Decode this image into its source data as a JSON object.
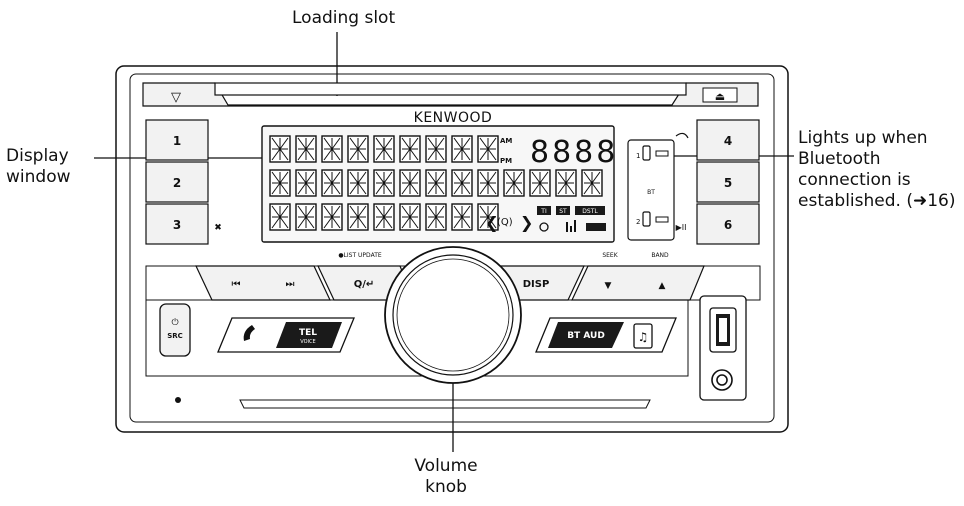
{
  "callouts": {
    "loading_slot": "Loading slot",
    "display_window": [
      "Display",
      "window"
    ],
    "bluetooth_light": [
      "Lights up when",
      "Bluetooth",
      "connection is",
      "established. (➜16)"
    ],
    "volume_knob": [
      "Volume",
      "knob"
    ]
  },
  "device": {
    "brand": "KENWOOD",
    "preset_buttons": [
      "1",
      "2",
      "3",
      "4",
      "5",
      "6"
    ],
    "eject_symbol": "⏏",
    "open_symbol": "▽",
    "display": {
      "am": "AM",
      "pm": "PM",
      "clock_segments": "8888",
      "indicators": [
        "TI",
        "ST",
        "DSTL"
      ],
      "left_icon": "❮",
      "search_icon": "(Q)",
      "right_icon": "❯",
      "small_left_icon": "✖",
      "play_pause": "▶II"
    },
    "bt_panel": {
      "phone1": "1",
      "bt": "BT",
      "phone2": "2"
    },
    "controls": {
      "list_update": "●LIST UPDATE",
      "seek": "SEEK",
      "band": "BAND",
      "prev": "⏮",
      "next": "⏭",
      "search_back": "Q/↵",
      "disp": "DISP",
      "down": "▼",
      "up": "▲",
      "src": "SRC",
      "power": "⏻",
      "tel": "TEL",
      "voice": "VOICE",
      "bt_aud": "BT AUD",
      "music_icon": "♫"
    },
    "colors": {
      "outline": "#111111",
      "dark_fill": "#1a1a1a",
      "gray_fill": "#f2f2f2",
      "display_fill": "#f7f7f7"
    }
  }
}
